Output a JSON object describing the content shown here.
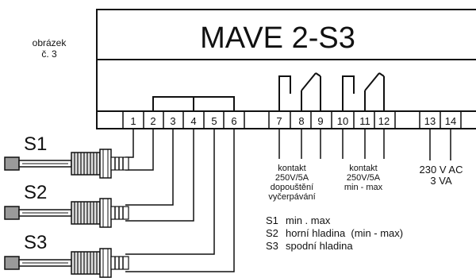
{
  "device": {
    "title": "MAVE 2-S3"
  },
  "figure_caption": {
    "line1": "obrázek",
    "line2": "č. 3"
  },
  "terminals": [
    "1",
    "2",
    "3",
    "4",
    "5",
    "6",
    "7",
    "8",
    "9",
    "10",
    "11",
    "12",
    "13",
    "14"
  ],
  "sensors": [
    "S1",
    "S2",
    "S3"
  ],
  "contact_labels": {
    "relay1": [
      "kontakt",
      "250V/5A",
      "dopouštění",
      "vyčerpávání"
    ],
    "relay2": [
      "kontakt",
      "250V/5A",
      "min - max"
    ],
    "power": [
      "230 V AC",
      "3 VA"
    ]
  },
  "legend": [
    {
      "key": "S1",
      "desc": "min . max"
    },
    {
      "key": "S2",
      "desc": "horní hladina  (min - max)"
    },
    {
      "key": "S3",
      "desc": "spodní hladina"
    }
  ]
}
